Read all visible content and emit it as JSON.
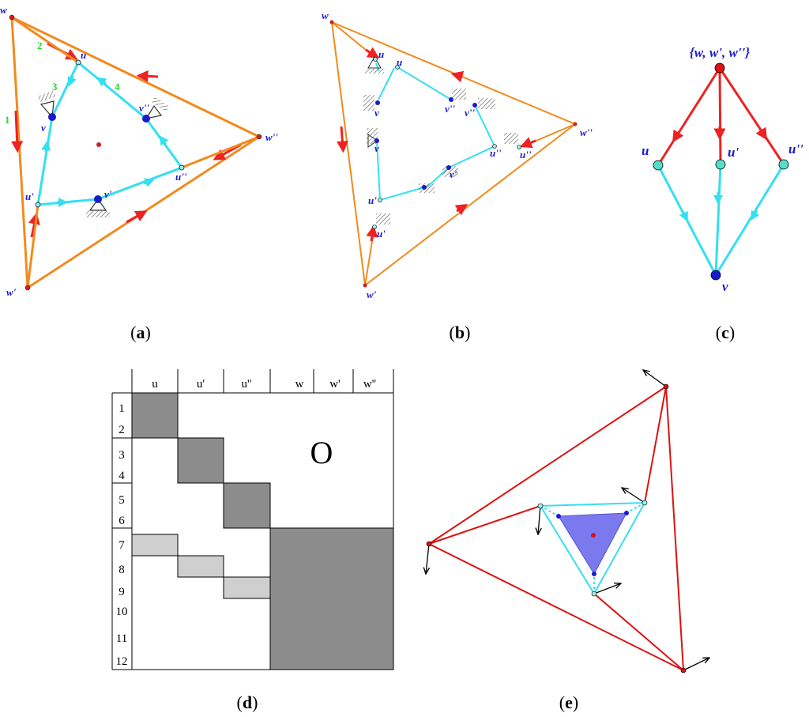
{
  "panels": {
    "a": {
      "caption_open": "(",
      "caption_letter": "a",
      "caption_close": ")",
      "labels": {
        "w": "w",
        "w1": "w'",
        "w2": "w''",
        "u": "u",
        "u1": "u'",
        "u2": "u''",
        "v": "v",
        "v1": "v'",
        "v2": "v''"
      },
      "numbers": {
        "n1": "1",
        "n2": "2",
        "n3": "3",
        "n4": "4"
      }
    },
    "b": {
      "caption_open": "(",
      "caption_letter": "b",
      "caption_close": ")",
      "labels": {
        "w": "w",
        "w1": "w'",
        "w2": "w''",
        "u_top": "u",
        "u_top2": "u",
        "v_top": "v",
        "v_top2": "v''",
        "v_right": "v''",
        "u_right": "u''",
        "u_right2": "u''",
        "v_mid": "v",
        "v_bot": "v'",
        "u_left": "u'",
        "u_low": "u'"
      }
    },
    "c": {
      "caption_open": "(",
      "caption_letter": "c",
      "caption_close": ")",
      "labels": {
        "top": "{w, w', w''}",
        "u": "u",
        "u1": "u'",
        "u2": "u''",
        "v": "v"
      }
    },
    "d": {
      "caption_open": "(",
      "caption_letter": "d",
      "caption_close": ")",
      "columns": [
        "u",
        "u'",
        "u''",
        "w",
        "w'",
        "w''"
      ],
      "rows": [
        "1",
        "2",
        "3",
        "4",
        "5",
        "6",
        "7",
        "8",
        "9",
        "10",
        "11",
        "12"
      ],
      "zero_label": "O"
    },
    "e": {
      "caption_open": "(",
      "caption_letter": "e",
      "caption_close": ")"
    }
  },
  "colors": {
    "orange": "#f28a1e",
    "cyan": "#33e0f0",
    "red": "#ee2222",
    "blue_node": "#1a1acc",
    "dark_block": "#8c8c8c",
    "light_block": "#cfcfcf",
    "purple_fill": "#7b79ee"
  }
}
